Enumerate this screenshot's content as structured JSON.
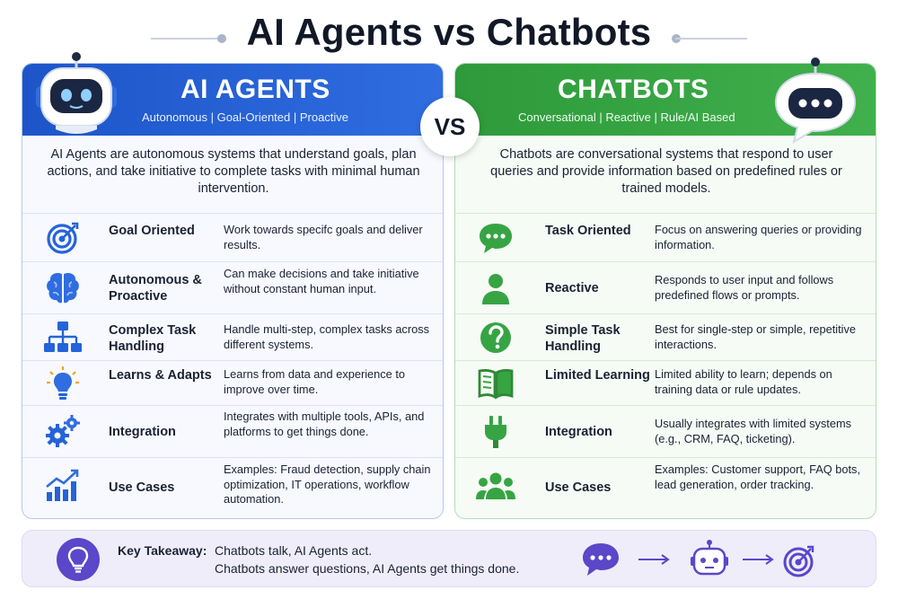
{
  "title": "AI Agents vs Chatbots",
  "vs_label": "VS",
  "colors": {
    "agents_accent": "#2563d9",
    "chatbots_accent": "#37a444",
    "takeaway_accent": "#5a47c9",
    "title": "#111827"
  },
  "agents": {
    "heading": "AI AGENTS",
    "subheading": "Autonomous | Goal-Oriented | Proactive",
    "mascot_icon": "robot-icon",
    "description": "AI Agents are autonomous systems that understand goals, plan actions, and take initiative to complete tasks with minimal human intervention.",
    "rows": [
      {
        "icon": "target-icon",
        "label": "Goal Oriented",
        "text": "Work towards specifc goals and deliver results."
      },
      {
        "icon": "brain-icon",
        "label": "Autonomous & Proactive",
        "text": "Can make decisions and take initiative without constant human input."
      },
      {
        "icon": "hierarchy-icon",
        "label": "Complex Task Handling",
        "text": "Handle multi-step, complex tasks across different systems."
      },
      {
        "icon": "lightbulb-icon",
        "label": "Learns & Adapts",
        "text": "Learns from data and experience to improve over time."
      },
      {
        "icon": "gears-icon",
        "label": "Integration",
        "text": "Integrates with multiple tools, APIs, and platforms to get things done."
      },
      {
        "icon": "growth-chart-icon",
        "label": "Use Cases",
        "text": "Examples: Fraud detection, supply chain optimization, IT operations, workflow automation."
      }
    ]
  },
  "chatbots": {
    "heading": "CHATBOTS",
    "subheading": "Conversational | Reactive | Rule/AI Based",
    "mascot_icon": "chat-bubble-icon",
    "description": "Chatbots are conversational systems that respond to user queries and provide information based on predefined rules or trained models.",
    "rows": [
      {
        "icon": "chat-icon",
        "label": "Task Oriented",
        "text": "Focus on answering queries or providing information."
      },
      {
        "icon": "user-icon",
        "label": "Reactive",
        "text": "Responds to user input and follows predefined flows or prompts."
      },
      {
        "icon": "question-icon",
        "label": "Simple Task Handling",
        "text": "Best for single-step or simple, repetitive interactions."
      },
      {
        "icon": "book-icon",
        "label": "Limited Learning",
        "text": "Limited ability to learn; depends on training data or rule updates."
      },
      {
        "icon": "plug-icon",
        "label": "Integration",
        "text": "Usually integrates with limited systems (e.g., CRM, FAQ, ticketing)."
      },
      {
        "icon": "group-icon",
        "label": "Use Cases",
        "text": "Examples: Customer support, FAQ bots, lead generation, order tracking."
      }
    ]
  },
  "takeaway": {
    "label": "Key Takeaway:",
    "line1": "Chatbots talk, AI Agents act.",
    "line2": "Chatbots answer questions, AI Agents get things done.",
    "icon": "lightbulb-icon",
    "flow_icons": [
      "chat-icon",
      "robot-icon",
      "target-icon"
    ]
  }
}
